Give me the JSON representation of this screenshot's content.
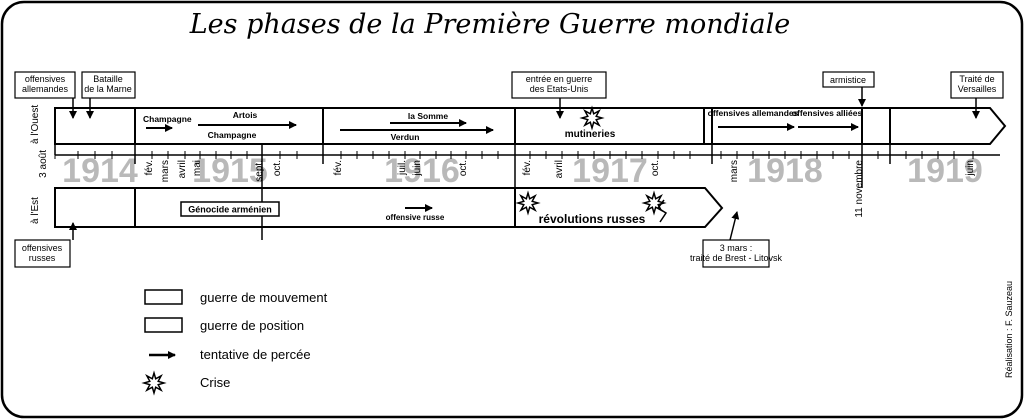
{
  "title": "Les phases de la Première Guerre mondiale",
  "fronts": {
    "west": "à l'Ouest",
    "east": "à l'Est"
  },
  "years": [
    "1914",
    "1915",
    "1916",
    "1917",
    "1918",
    "1919"
  ],
  "month_labels": {
    "aout_1914": "3 août",
    "fev_1915": "fév.",
    "mars_1915": "mars",
    "avril_1915": "avril",
    "mai_1915": "mai",
    "sept_1915": "sept.",
    "oct_1915": "oct.",
    "fev_1916": "fév.",
    "juil_1916": "juil.",
    "juin_1916": "juin",
    "oct_1916": "oct.",
    "fev_1917": "fév.",
    "avril_1917": "avril",
    "oct_1917": "oct.",
    "mars_1918": "mars",
    "nov_1918": "11 novembre",
    "juin_1919": "juin"
  },
  "callouts": {
    "offensives_allemandes": "offensives allemandes",
    "bataille_marne": "Bataille de la Marne",
    "entree_guerre": "entrée en guerre des Etats-Unis",
    "armistice": "armistice",
    "versailles": "Traité de Versailles",
    "offensives_russes": "offensives russes",
    "brest_litovsk": "3 mars : traité de Brest - Litovsk"
  },
  "west_labels": {
    "champagne_1": "Champagne",
    "artois": "Artois",
    "champagne_2": "Champagne",
    "somme": "la Somme",
    "verdun": "Verdun",
    "mutineries": "mutineries",
    "off_allemandes": "offensives allemandes",
    "off_alliees": "offensives alliées"
  },
  "east_labels": {
    "genocide": "Génocide arménien",
    "offensive_russe": "offensive russe",
    "revolutions": "révolutions russes"
  },
  "legend": {
    "mouvement": "guerre de mouvement",
    "position": "guerre de position",
    "percee": "tentative de percée",
    "crise": "Crise"
  },
  "credit": "Réalisation : F. Sauzeau"
}
